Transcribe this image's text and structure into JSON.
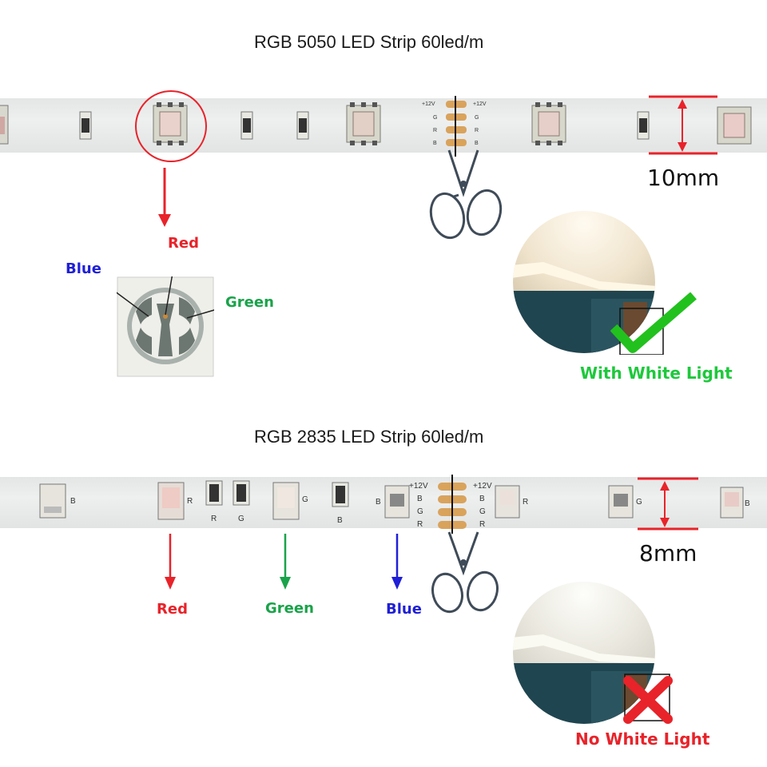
{
  "section_5050": {
    "title": "RGB 5050 LED Strip 60led/m",
    "width_label": "10mm",
    "pads_left": [
      "+12V",
      "G",
      "R",
      "B"
    ],
    "pads_right": [
      "+12V",
      "G",
      "R",
      "B"
    ],
    "chip_colors": {
      "red": "Red",
      "blue": "Blue",
      "green": "Green"
    },
    "badge_caption": "With White Light"
  },
  "section_2835": {
    "title": "RGB 2835 LED Strip 60led/m",
    "width_label": "8mm",
    "pads_left": [
      "+12V",
      "B",
      "G",
      "R"
    ],
    "pads_right": [
      "+12V",
      "B",
      "G",
      "R"
    ],
    "chip_letters": {
      "c1": "B",
      "c2": "R",
      "r1": "R",
      "r2": "G",
      "c3": "G",
      "r3": "B",
      "c4": "B",
      "c5": "R",
      "c6": "G",
      "c7": "B"
    },
    "arrow_labels": {
      "red": "Red",
      "green": "Green",
      "blue": "Blue"
    },
    "badge_caption": "No White Light"
  },
  "colors": {
    "red": "#e8232a",
    "green": "#1aa34a",
    "blue": "#1f1fd8",
    "check_green": "#22c11e",
    "bright_green": "#1ec83c"
  }
}
